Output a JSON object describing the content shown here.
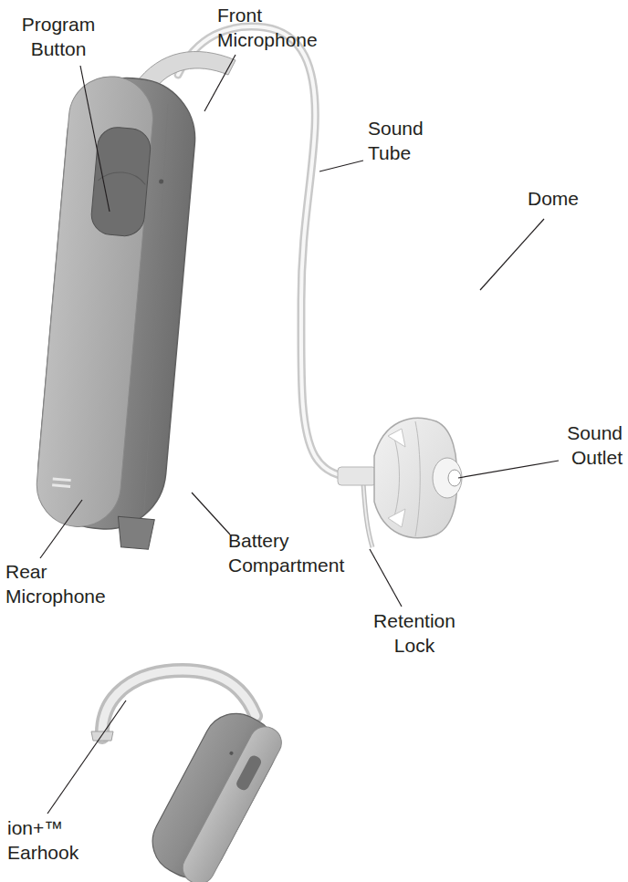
{
  "diagram": {
    "labels": [
      "Program Button",
      "Front Microphone",
      "Sound Tube",
      "Dome",
      "Sound Outlet",
      "Rear Microphone",
      "Battery Compartment",
      "Retention Lock",
      "ion+™ Earhook"
    ]
  }
}
